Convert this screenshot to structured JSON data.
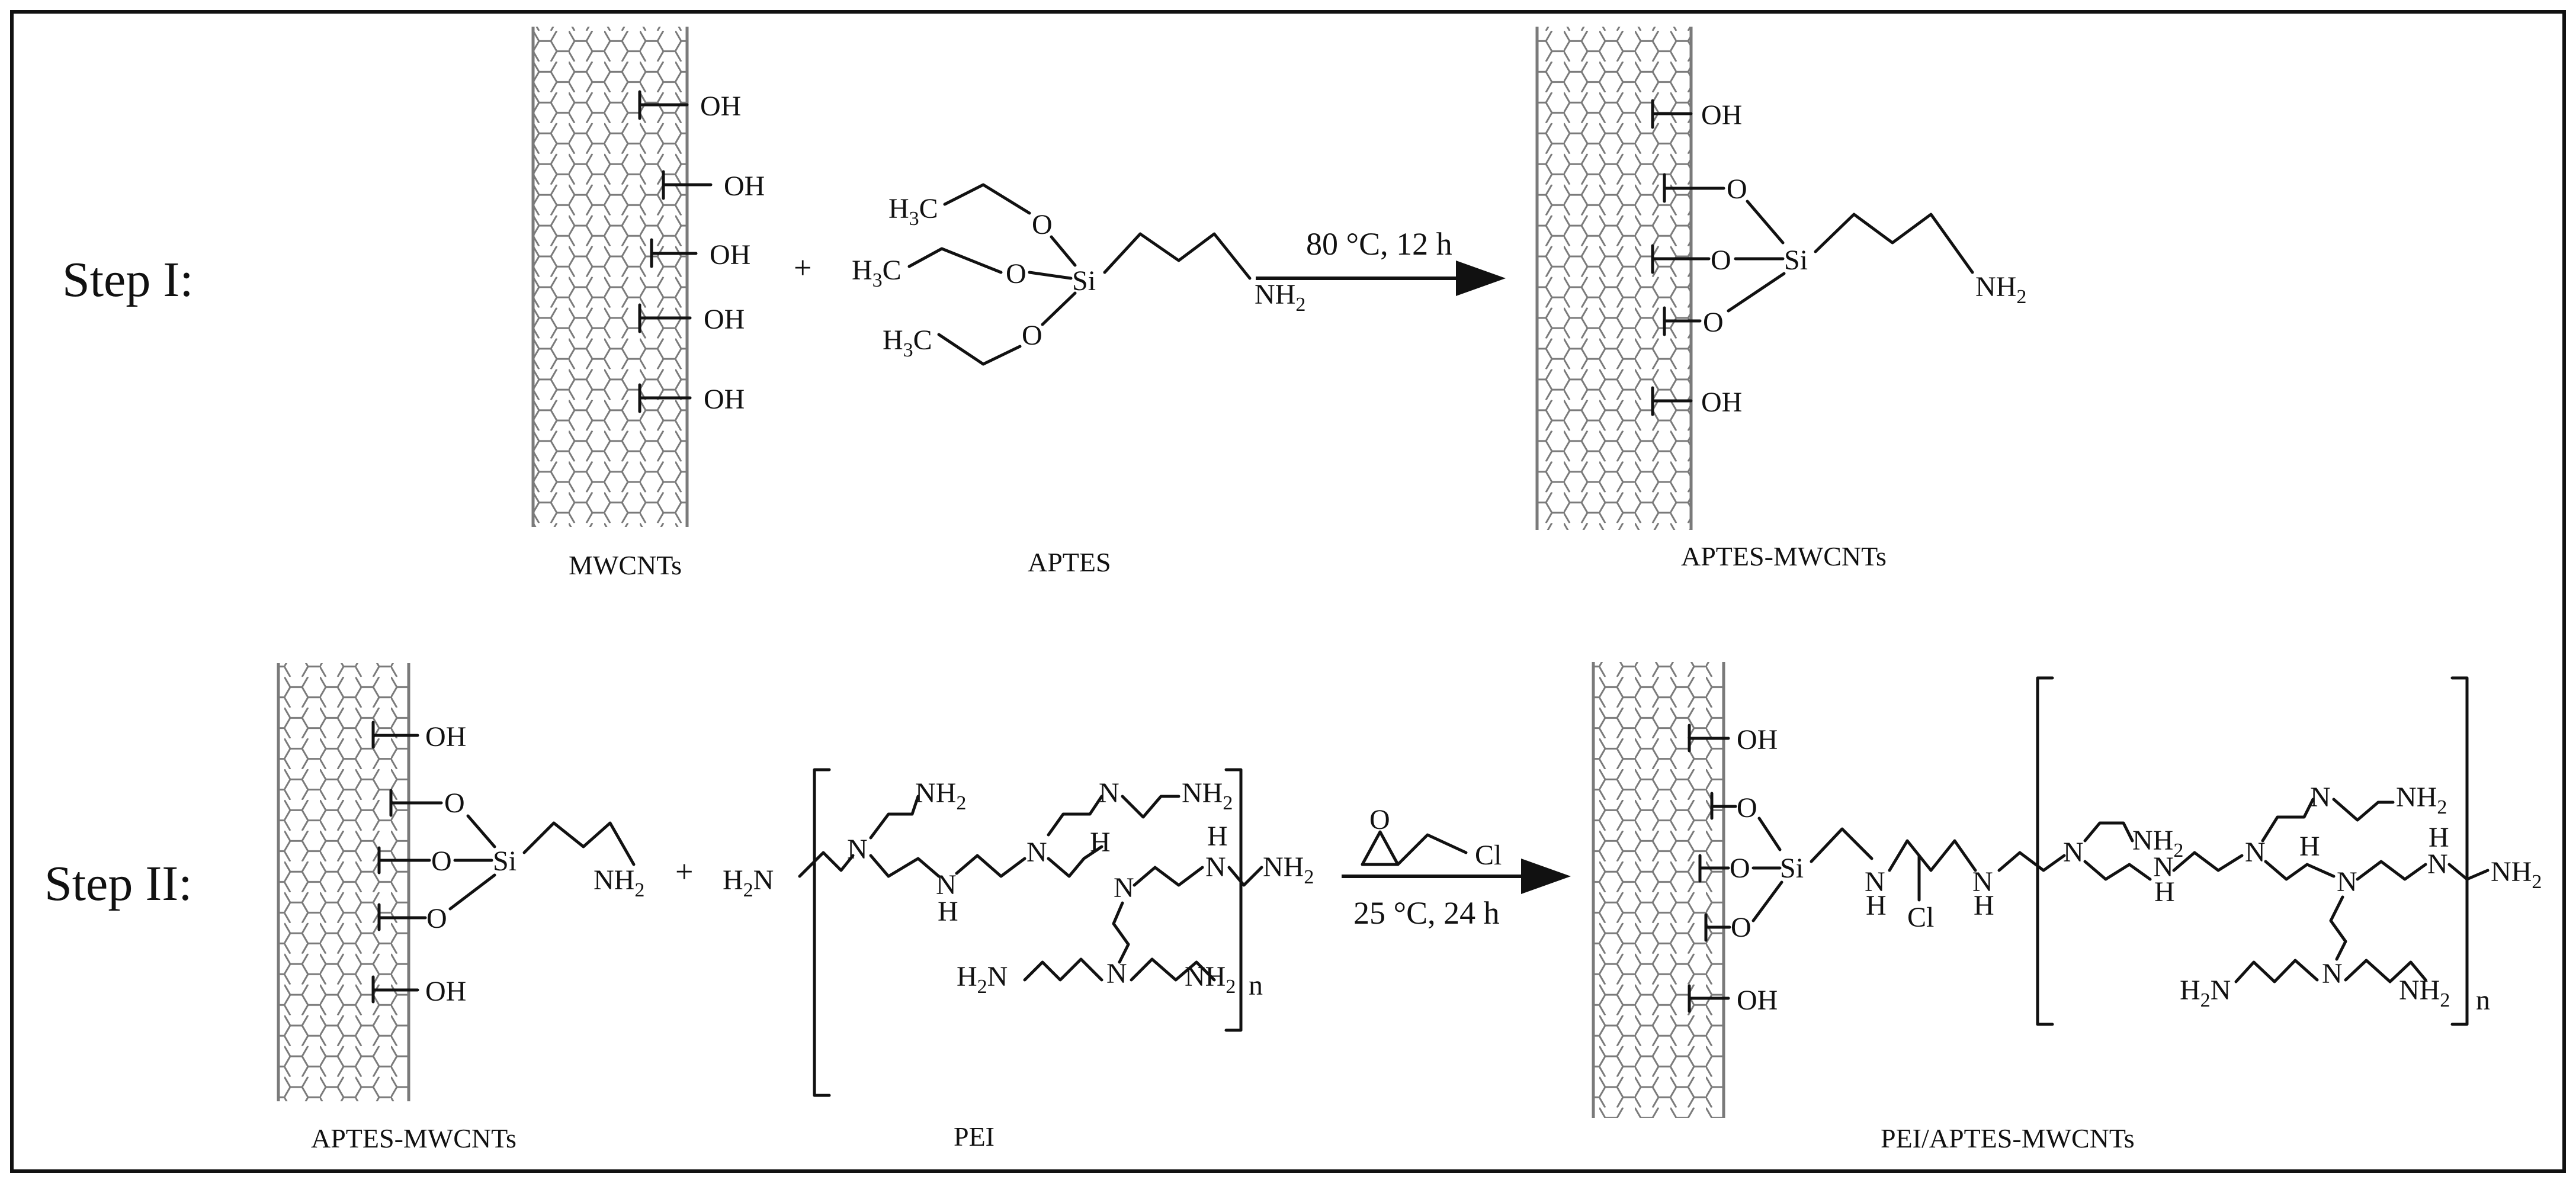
{
  "steps": {
    "step1_label": "Step I:",
    "step2_label": "Step II:"
  },
  "reactions": {
    "plus": "+",
    "step1_condition": "80 °C, 12 h",
    "step2_condition": "25 °C, 24 h"
  },
  "compounds": {
    "mwcnts": "MWCNTs",
    "aptes": "APTES",
    "aptes_mwcnts": "APTES-MWCNTs",
    "pei": "PEI",
    "pei_aptes_mwcnts": "PEI/APTES-MWCNTs"
  },
  "atoms": {
    "OH": "OH",
    "O": "O",
    "Si": "Si",
    "N": "N",
    "H": "H",
    "Cl": "Cl",
    "NH": "NH",
    "n": "n",
    "H3C": {
      "main": "H",
      "sub": "3",
      "tail": "C"
    },
    "NH2": {
      "main": "NH",
      "sub": "2"
    },
    "H2N": {
      "main": "H",
      "sub": "2",
      "tail": "N"
    }
  },
  "colors": {
    "ink": "#111111",
    "nanotube": "#7a7a7a",
    "frame": "#111111"
  }
}
